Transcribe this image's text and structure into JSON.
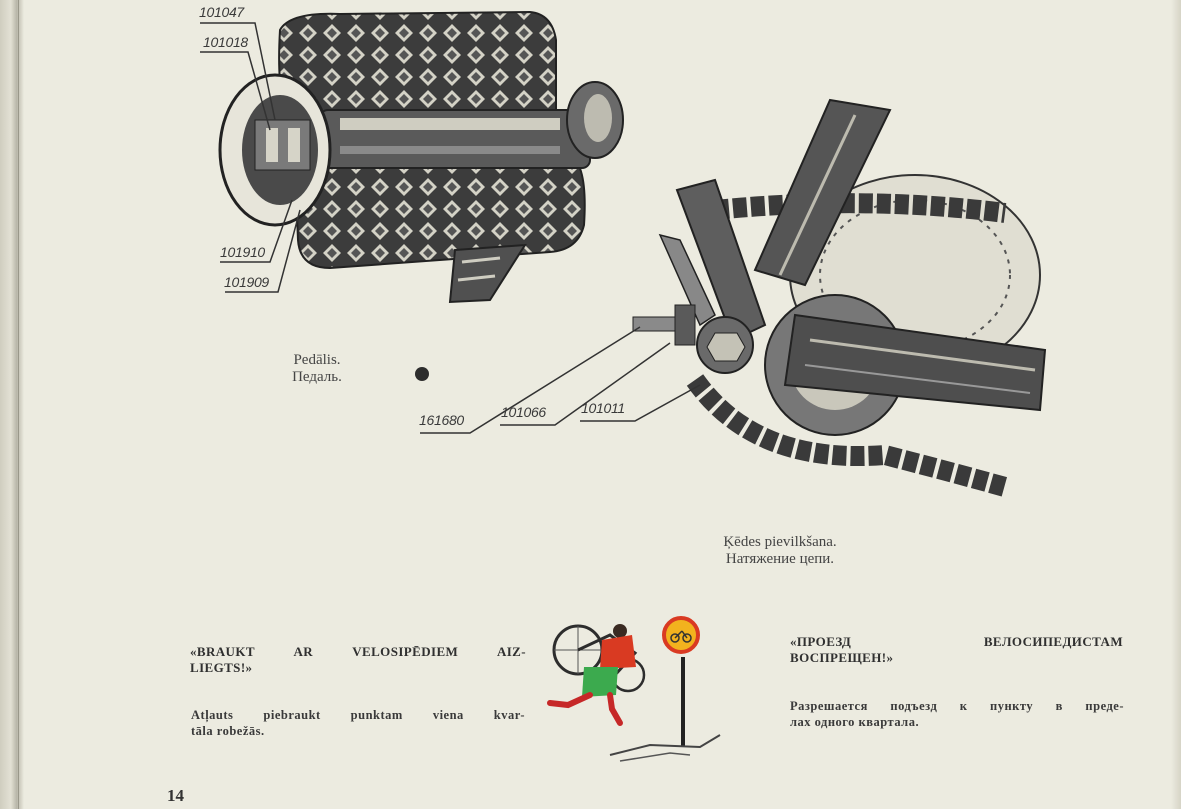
{
  "figures": {
    "pedal": {
      "part_numbers": [
        "101047",
        "101018",
        "101910",
        "101909"
      ],
      "caption_lv": "Pedālis.",
      "caption_ru": "Педаль."
    },
    "chain": {
      "part_numbers": [
        "161680",
        "101066",
        "101011"
      ],
      "caption_lv": "Ķēdes pievilkšana.",
      "caption_ru": "Натяжение цепи."
    }
  },
  "sign_lv": {
    "title_line1": "«BRAUKT AR VELOSIPĒDIEM AIZ-",
    "title_line2": "LIEGTS!»",
    "text_line1": "Atļauts piebraukt punktam viena kvar-",
    "text_line2": "tāla robežās."
  },
  "sign_ru": {
    "title_line1": "«ПРОЕЗД ВЕЛОСИПЕДИСТАМ",
    "title_line2": "ВОСПРЕЩЕН!»",
    "text_line1": "Разрешается подъезд к пункту в преде-",
    "text_line2": "лах одного квартала."
  },
  "page_number": "14",
  "colors": {
    "paper": "#ecebe0",
    "ink": "#2a2a2a",
    "sign_red": "#d93a22",
    "sign_yellow": "#f2b21e"
  }
}
